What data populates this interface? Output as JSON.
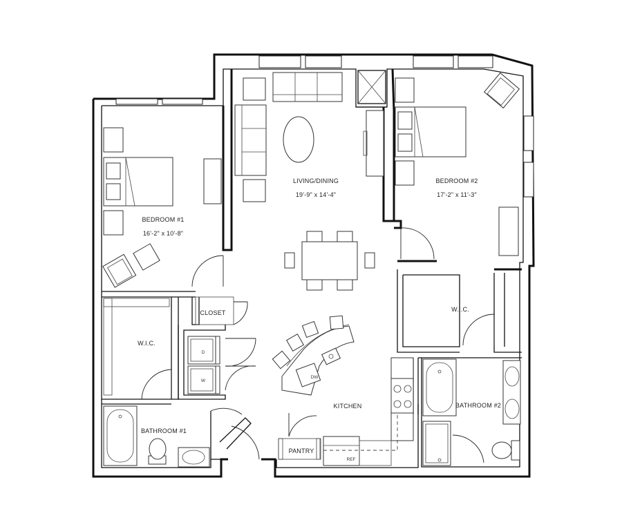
{
  "rooms": {
    "living": {
      "name": "LIVING/DINING",
      "dims": "19'-9\" x 14'-4\""
    },
    "bedroom1": {
      "name": "BEDROOM #1",
      "dims": "16'-2\" x 10'-8\""
    },
    "bedroom2": {
      "name": "BEDROOM #2",
      "dims": "17'-2\" x 11'-3\""
    },
    "wic1": {
      "name": "W.I.C."
    },
    "wic2": {
      "name": "W.I.C."
    },
    "closet": {
      "name": "CLOSET"
    },
    "kitchen": {
      "name": "KITCHEN"
    },
    "pantry": {
      "name": "PANTRY"
    },
    "bath1": {
      "name": "BATHROOM #1"
    },
    "bath2": {
      "name": "BATHROOM #2"
    }
  },
  "appliances": {
    "dryer": "D",
    "washer": "W",
    "dishwasher": "DW",
    "refrigerator": "REF"
  }
}
